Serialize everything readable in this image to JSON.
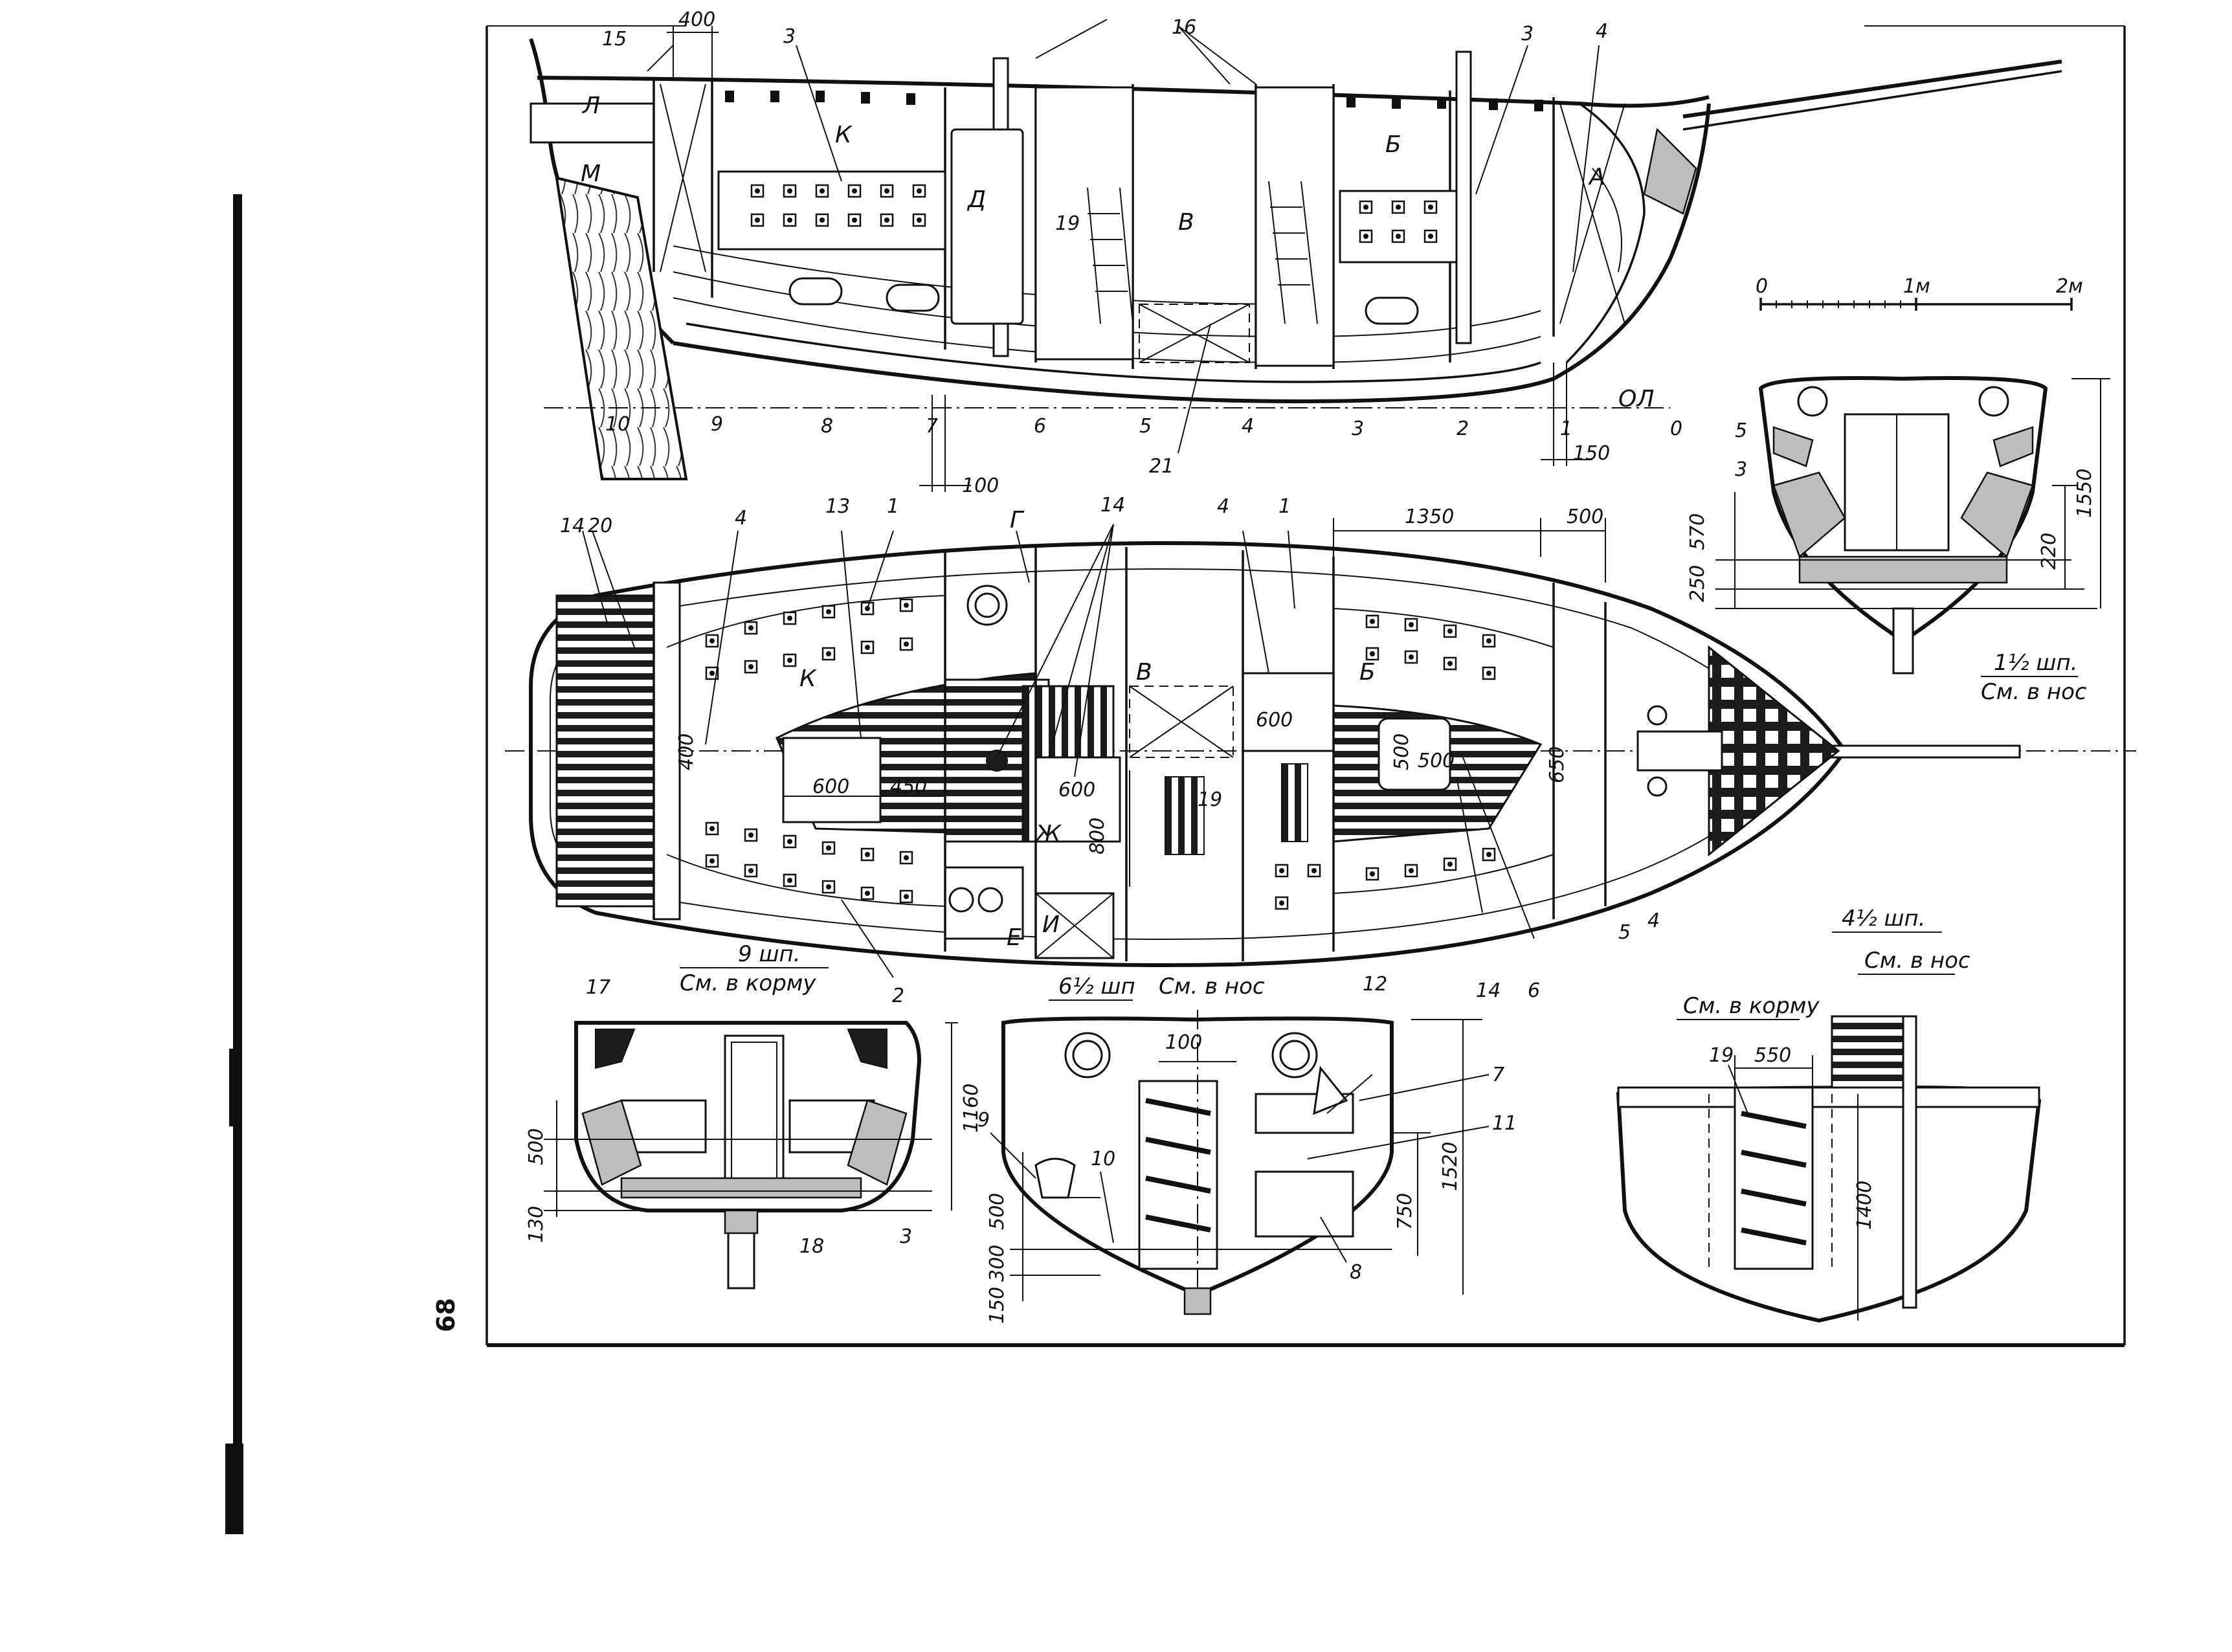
{
  "page": {
    "number": "68"
  },
  "profile": {
    "dims": {
      "d400": "400",
      "d100": "100",
      "d150": "150"
    },
    "compartments": {
      "L": "Л",
      "M": "М",
      "K": "К",
      "D": "Д",
      "V": "В",
      "B": "Б",
      "A": "А"
    },
    "callouts": {
      "c15": "15",
      "c3a": "3",
      "c16": "16",
      "c3b": "3",
      "c4": "4",
      "c19": "19",
      "c21": "21",
      "c14": "14",
      "c20": "20"
    },
    "waterline": "ОЛ",
    "stations": [
      "10",
      "9",
      "8",
      "7",
      "6",
      "5",
      "4",
      "3",
      "2",
      "1",
      "0"
    ]
  },
  "scale": {
    "zero": "0",
    "one": "1м",
    "two": "2м"
  },
  "plan": {
    "dims": {
      "d1350": "1350",
      "d500a": "500",
      "d400": "400",
      "d600a": "600",
      "d450": "450",
      "d600b": "600",
      "d800": "800",
      "d600c": "600",
      "d500b": "500",
      "d500c": "500",
      "d650": "650"
    },
    "compartments": {
      "G": "Г",
      "K": "К",
      "V": "В",
      "B": "Б",
      "Zh": "Ж",
      "E": "Е",
      "I": "И"
    },
    "callouts": {
      "c13": "13",
      "c1a": "1",
      "c4a": "4",
      "c14a": "14",
      "c4b": "4",
      "c1b": "1",
      "c19": "19",
      "c2": "2",
      "c14b": "14",
      "c6": "6",
      "c5": "5",
      "c4c": "4"
    }
  },
  "section_1_5": {
    "title": "1½ шп.",
    "subtitle": "См. в нос",
    "dims": {
      "d250": "250",
      "d570": "570",
      "d220": "220",
      "d1550": "1550"
    },
    "callouts": {
      "c5": "5",
      "c3": "3"
    }
  },
  "section_9": {
    "title": "9 шп.",
    "subtitle": "См. в корму",
    "dims": {
      "d500": "500",
      "d130": "130",
      "d1160": "1160"
    },
    "callouts": {
      "c17": "17",
      "c18": "18",
      "c3": "3"
    }
  },
  "section_6_5": {
    "title": "6½ шп",
    "subtitle": "См. в нос",
    "dims": {
      "d100": "100",
      "d500": "500",
      "d300": "300",
      "d150": "150",
      "d750": "750",
      "d1520": "1520"
    },
    "callouts": {
      "c12": "12",
      "c7": "7",
      "c11": "11",
      "c9": "9",
      "c10": "10",
      "c8": "8"
    }
  },
  "section_4_5": {
    "title": "4½ шп.",
    "subtitle": "См. в нос",
    "title2": "См. в корму",
    "dims": {
      "d550": "550",
      "d1400": "1400"
    },
    "callouts": {
      "c19": "19"
    }
  },
  "colors": {
    "ink": "#111111",
    "paper": "#ffffff",
    "hatch": "#1c1c1c",
    "grey": "#bdbdbd"
  }
}
